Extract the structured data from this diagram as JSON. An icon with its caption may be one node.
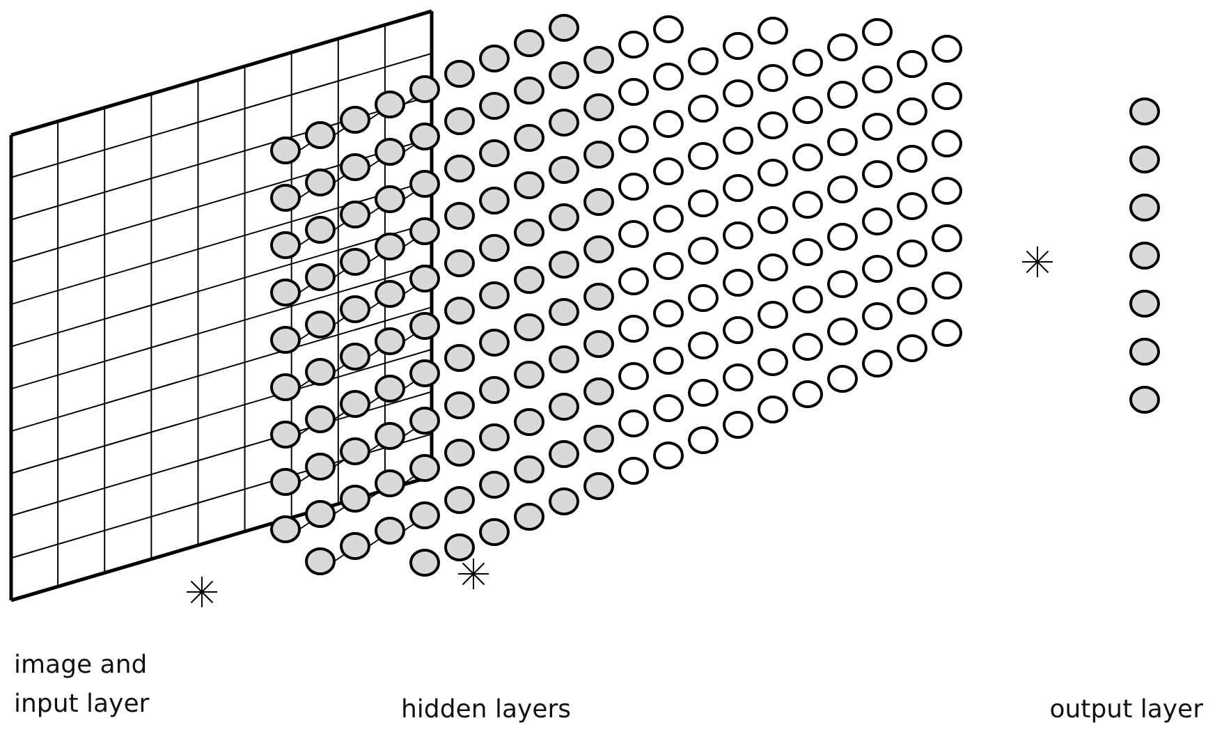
{
  "diagram": {
    "labels": [
      "image and input layer",
      "hidden layers",
      "output layer"
    ]
  }
}
